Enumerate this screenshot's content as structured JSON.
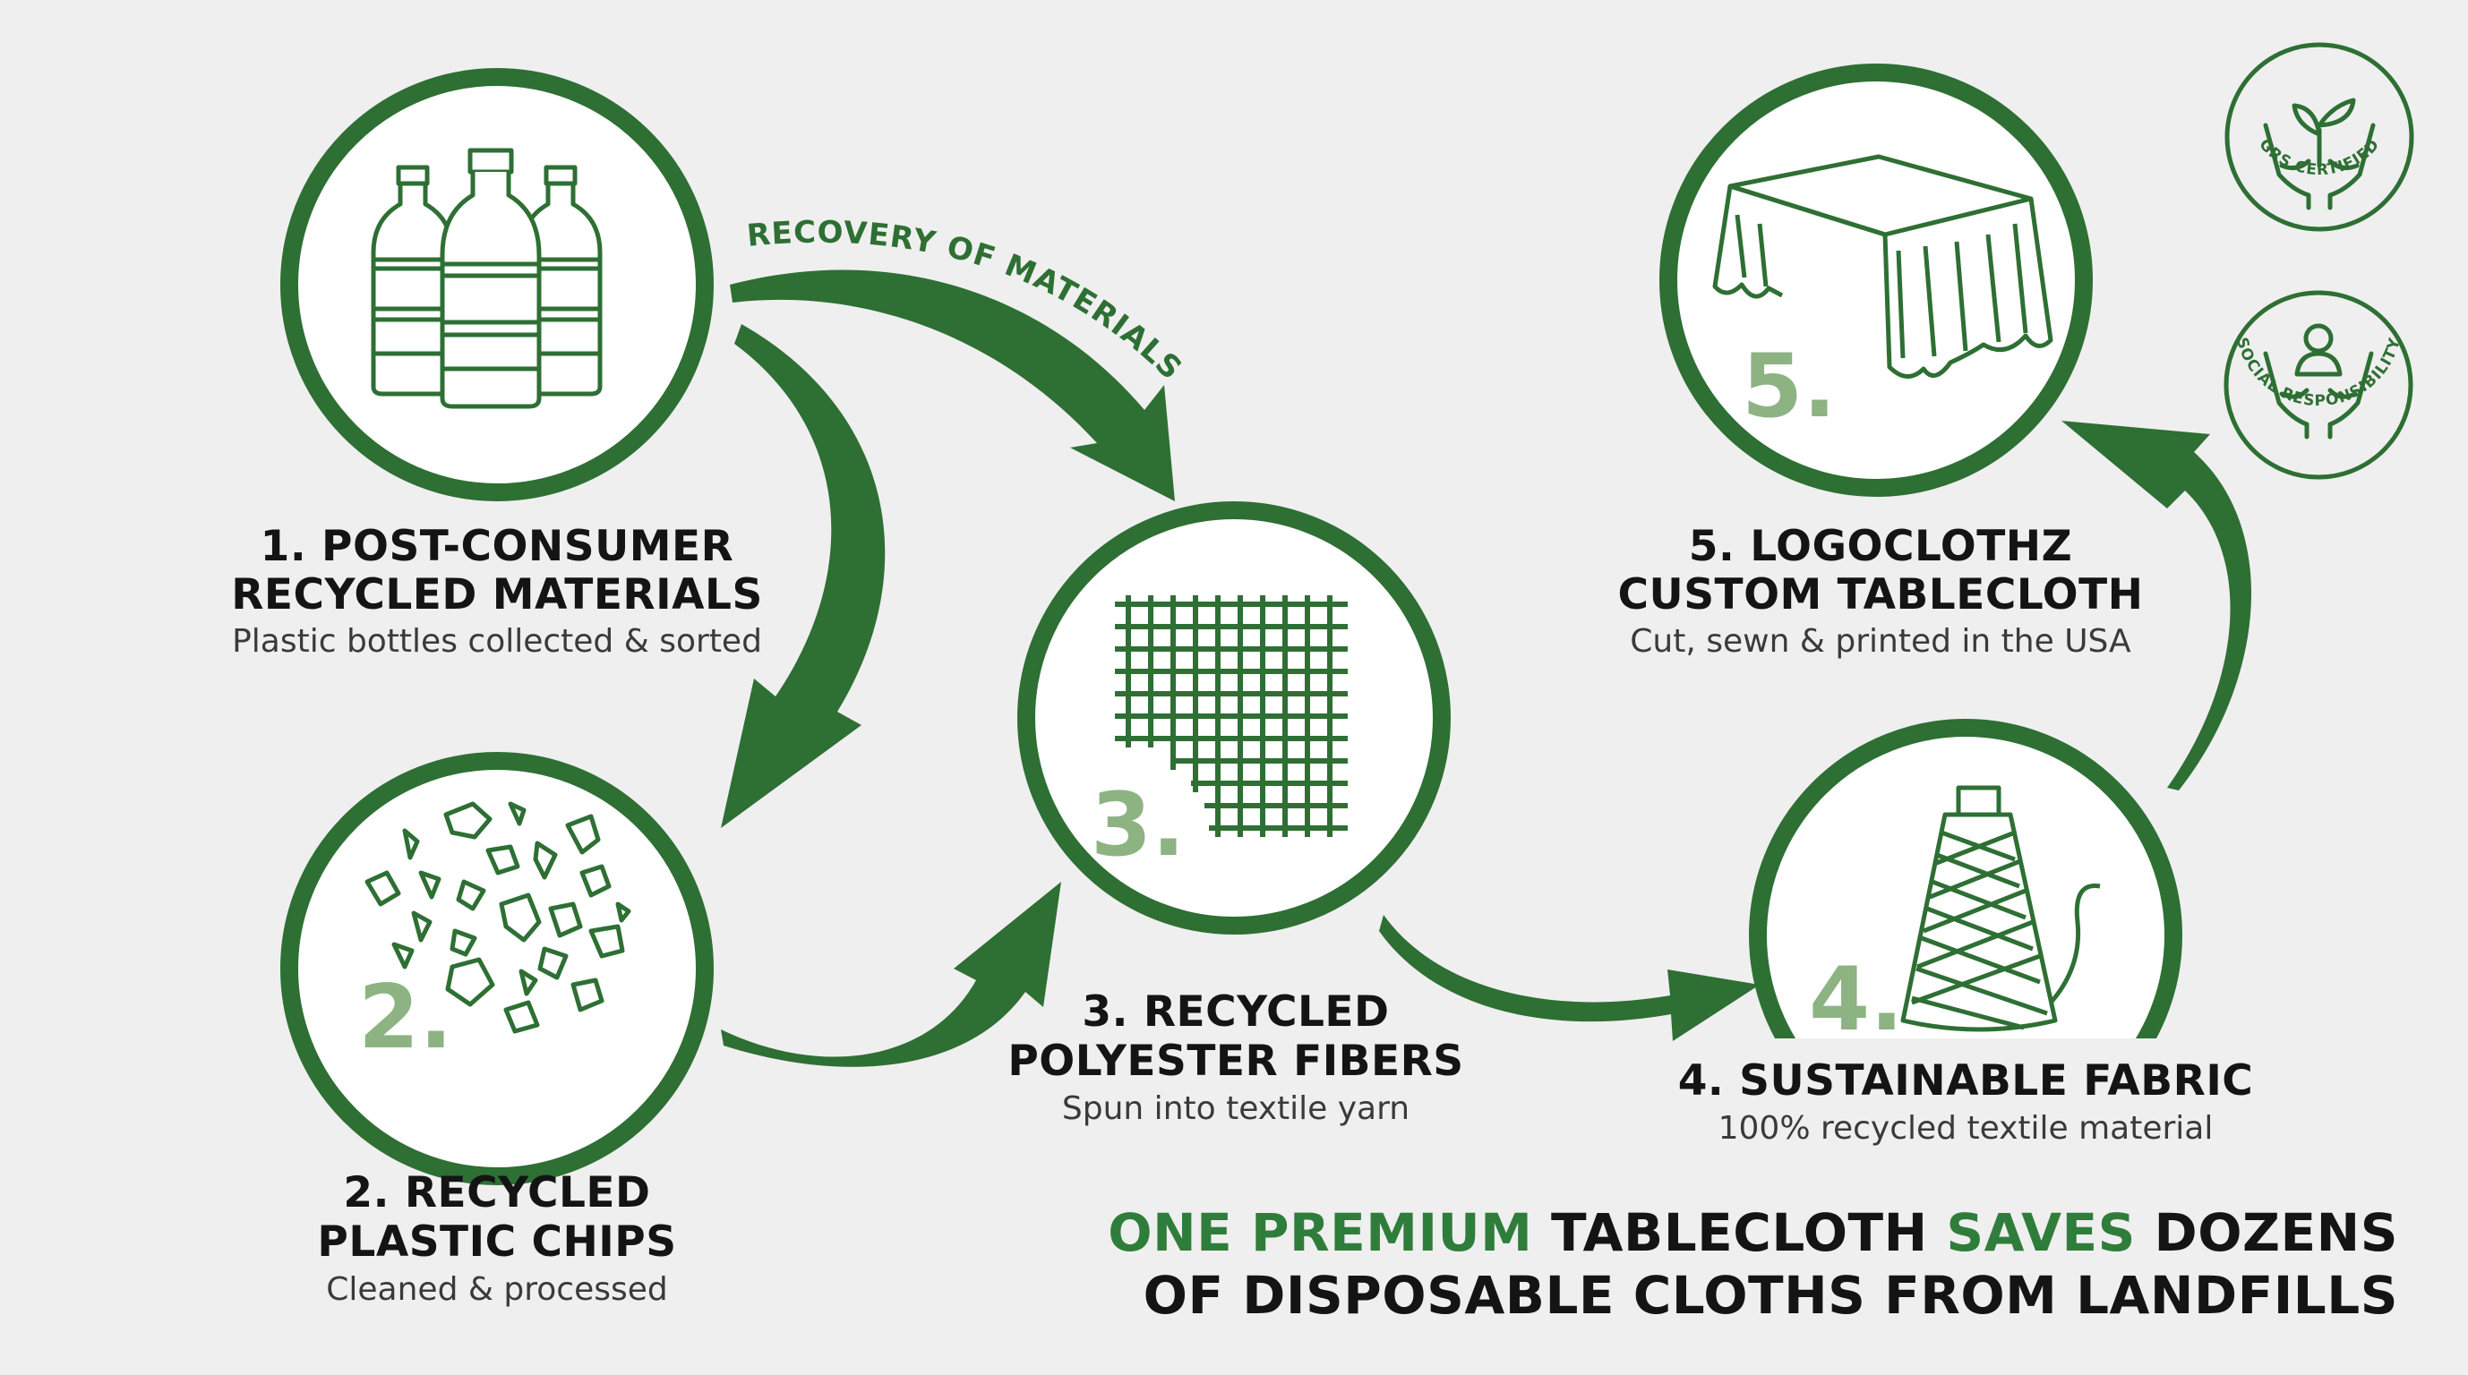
{
  "colors": {
    "primary_green": "#2e6f34",
    "numeral_green": "#8db383",
    "accent_green": "#2f7d3a",
    "text": "#141414",
    "background": "#efefef"
  },
  "arrow_label": "RECOVERY OF MATERIALS",
  "steps": [
    {
      "numeral": "",
      "title_line1": "1. POST-CONSUMER",
      "title_line2": "RECYCLED MATERIALS",
      "subtitle": "Plastic bottles collected & sorted",
      "icon": "plastic-bottles-icon"
    },
    {
      "numeral": "2.",
      "title_line1": "2. RECYCLED",
      "title_line2": "PLASTIC CHIPS",
      "subtitle": "Cleaned & processed",
      "icon": "plastic-chips-icon"
    },
    {
      "numeral": "3.",
      "title_line1": "3. RECYCLED",
      "title_line2": "POLYESTER FIBERS",
      "subtitle": "Spun into textile yarn",
      "icon": "woven-fiber-icon"
    },
    {
      "numeral": "4.",
      "title_line1": "4. SUSTAINABLE FABRIC",
      "title_line2": "",
      "subtitle": "100% recycled textile material",
      "icon": "yarn-spool-icon"
    },
    {
      "numeral": "5.",
      "title_line1": "5. LOGOCLOTHZ",
      "title_line2": "CUSTOM TABLECLOTH",
      "subtitle": "Cut, sewn & printed in the USA",
      "icon": "tablecloth-icon"
    }
  ],
  "badges": [
    {
      "label": "GRS CERTIFIED",
      "icon": "hands-plant-icon"
    },
    {
      "label": "SOCIAL RESPONSIBILITY",
      "icon": "hands-person-icon"
    }
  ],
  "tagline": {
    "line1_part1": "ONE PREMIUM",
    "line1_part2": " TABLECLOTH ",
    "line1_part3": "SAVES",
    "line1_part4": " DOZENS",
    "line2": "OF DISPOSABLE CLOTHS FROM LANDFILLS"
  }
}
